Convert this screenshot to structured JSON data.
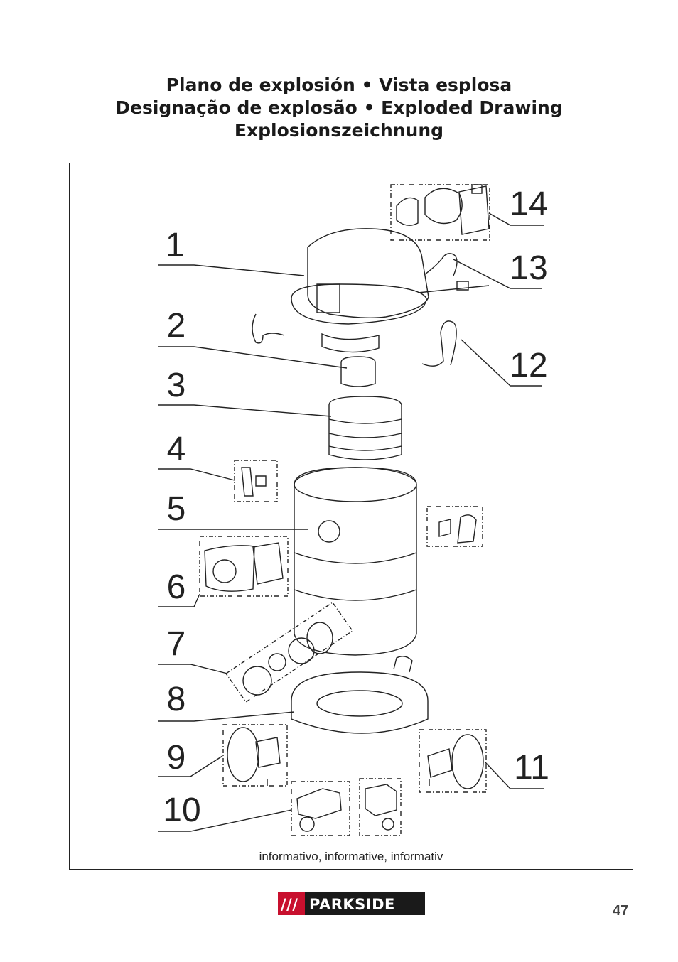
{
  "heading": {
    "line1": "Plano de explosión • Vista esplosa",
    "line2": "Designação de explosão • Exploded Drawing",
    "line3": "Explosionszeichnung"
  },
  "figure": {
    "caption": "informativo, informative, informativ",
    "part_numbers": [
      "1",
      "2",
      "3",
      "4",
      "5",
      "6",
      "7",
      "8",
      "9",
      "10",
      "11",
      "12",
      "13",
      "14"
    ]
  },
  "footer": {
    "brand": "PARKSIDE",
    "brand_prefix": "///",
    "page_number": "47"
  },
  "colors": {
    "brand_red": "#c8102e",
    "brand_dark": "#1a1a1a",
    "line": "#222222"
  }
}
